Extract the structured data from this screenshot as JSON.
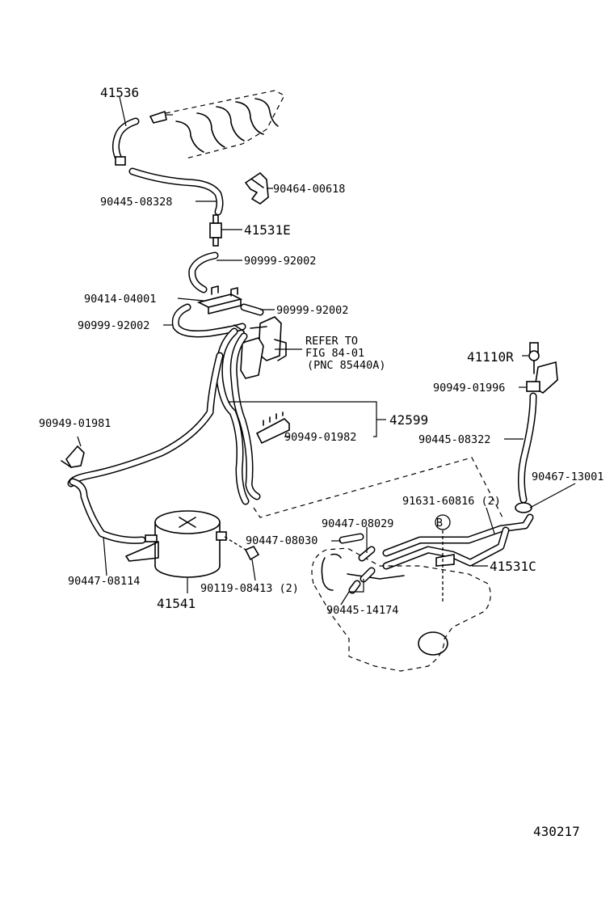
{
  "labels": {
    "p41536": "41536",
    "p90445_08328": "90445-08328",
    "p90464_00618": "90464-00618",
    "p41531E": "41531E",
    "p90999_92002_a": "90999-92002",
    "p90414_04001": "90414-04001",
    "p90999_92002_b": "90999-92002",
    "p90999_92002_c": "90999-92002",
    "refer_line1": "REFER TO",
    "refer_line2": "FIG 84-01",
    "refer_line3": "(PNC 85440A)",
    "p41110R": "41110R",
    "p90949_01996": "90949-01996",
    "p90949_01981": "90949-01981",
    "p42599": "42599",
    "p90949_01982": "90949-01982",
    "p90445_08322": "90445-08322",
    "p90467_13001": "90467-13001",
    "p91631_60816": "91631-60816 (2)",
    "marker_b": "B",
    "p90447_08029": "90447-08029",
    "p90447_08030": "90447-08030",
    "p41531C": "41531C",
    "p90447_08114": "90447-08114",
    "p90119_08413": "90119-08413 (2)",
    "p90445_14174": "90445-14174",
    "p41541": "41541",
    "fig_number": "430217"
  }
}
